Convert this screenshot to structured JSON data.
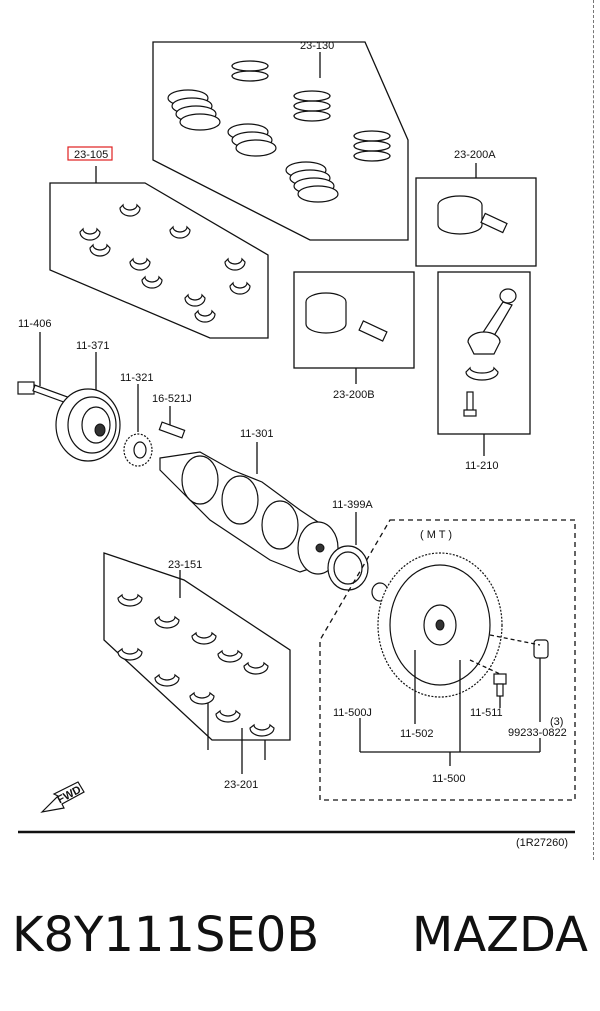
{
  "diagram": {
    "labels": {
      "l23_130": "23-130",
      "l23_105": "23-105",
      "l23_200a": "23-200A",
      "l23_200b": "23-200B",
      "l11_406": "11-406",
      "l11_371": "11-371",
      "l11_321": "11-321",
      "l16_521j": "16-521J",
      "l11_301": "11-301",
      "l11_210": "11-210",
      "l11_399a": "11-399A",
      "mt": "( M T )",
      "l23_151": "23-151",
      "l11_500j": "11-500J",
      "l11_502": "11-502",
      "l11_511": "11-511",
      "l99233": "99233-0822",
      "qty3": "(3)",
      "l11_500": "11-500",
      "l23_201": "23-201",
      "fwd": "FWD",
      "ref": "(1R27260)"
    }
  },
  "caption": {
    "part_number": "K8Y111SE0B",
    "brand": "MAZDA"
  }
}
